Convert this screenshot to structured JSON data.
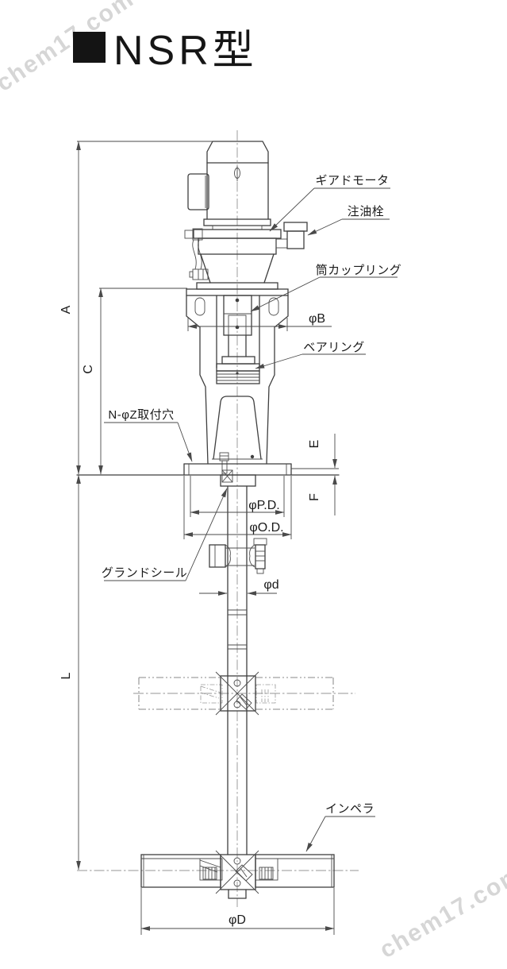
{
  "title": {
    "text": "NSR型"
  },
  "watermark": {
    "text": "chem17.com"
  },
  "labels": {
    "geared_motor": "ギアドモータ",
    "oil_plug": "注油栓",
    "cylinder_coupling": "筒カップリング",
    "bearing": "ベアリング",
    "mounting_holes": "N-φZ取付穴",
    "gland_seal": "グランドシール",
    "impeller": "インペラ"
  },
  "dimensions": {
    "a": "A",
    "c": "C",
    "l": "L",
    "e": "E",
    "f": "F",
    "phi_b": "φB",
    "phi_pd": "φP.D.",
    "phi_od": "φO.D.",
    "phi_d_shaft": "φd",
    "phi_d_impeller": "φD"
  },
  "colors": {
    "outline": "#3f3f3f",
    "dimension": "#4a4a4a",
    "text": "#1a1a1a",
    "phantom": "#8a8a8a",
    "watermark": "#d6d6d6",
    "title_square": "#141414"
  }
}
